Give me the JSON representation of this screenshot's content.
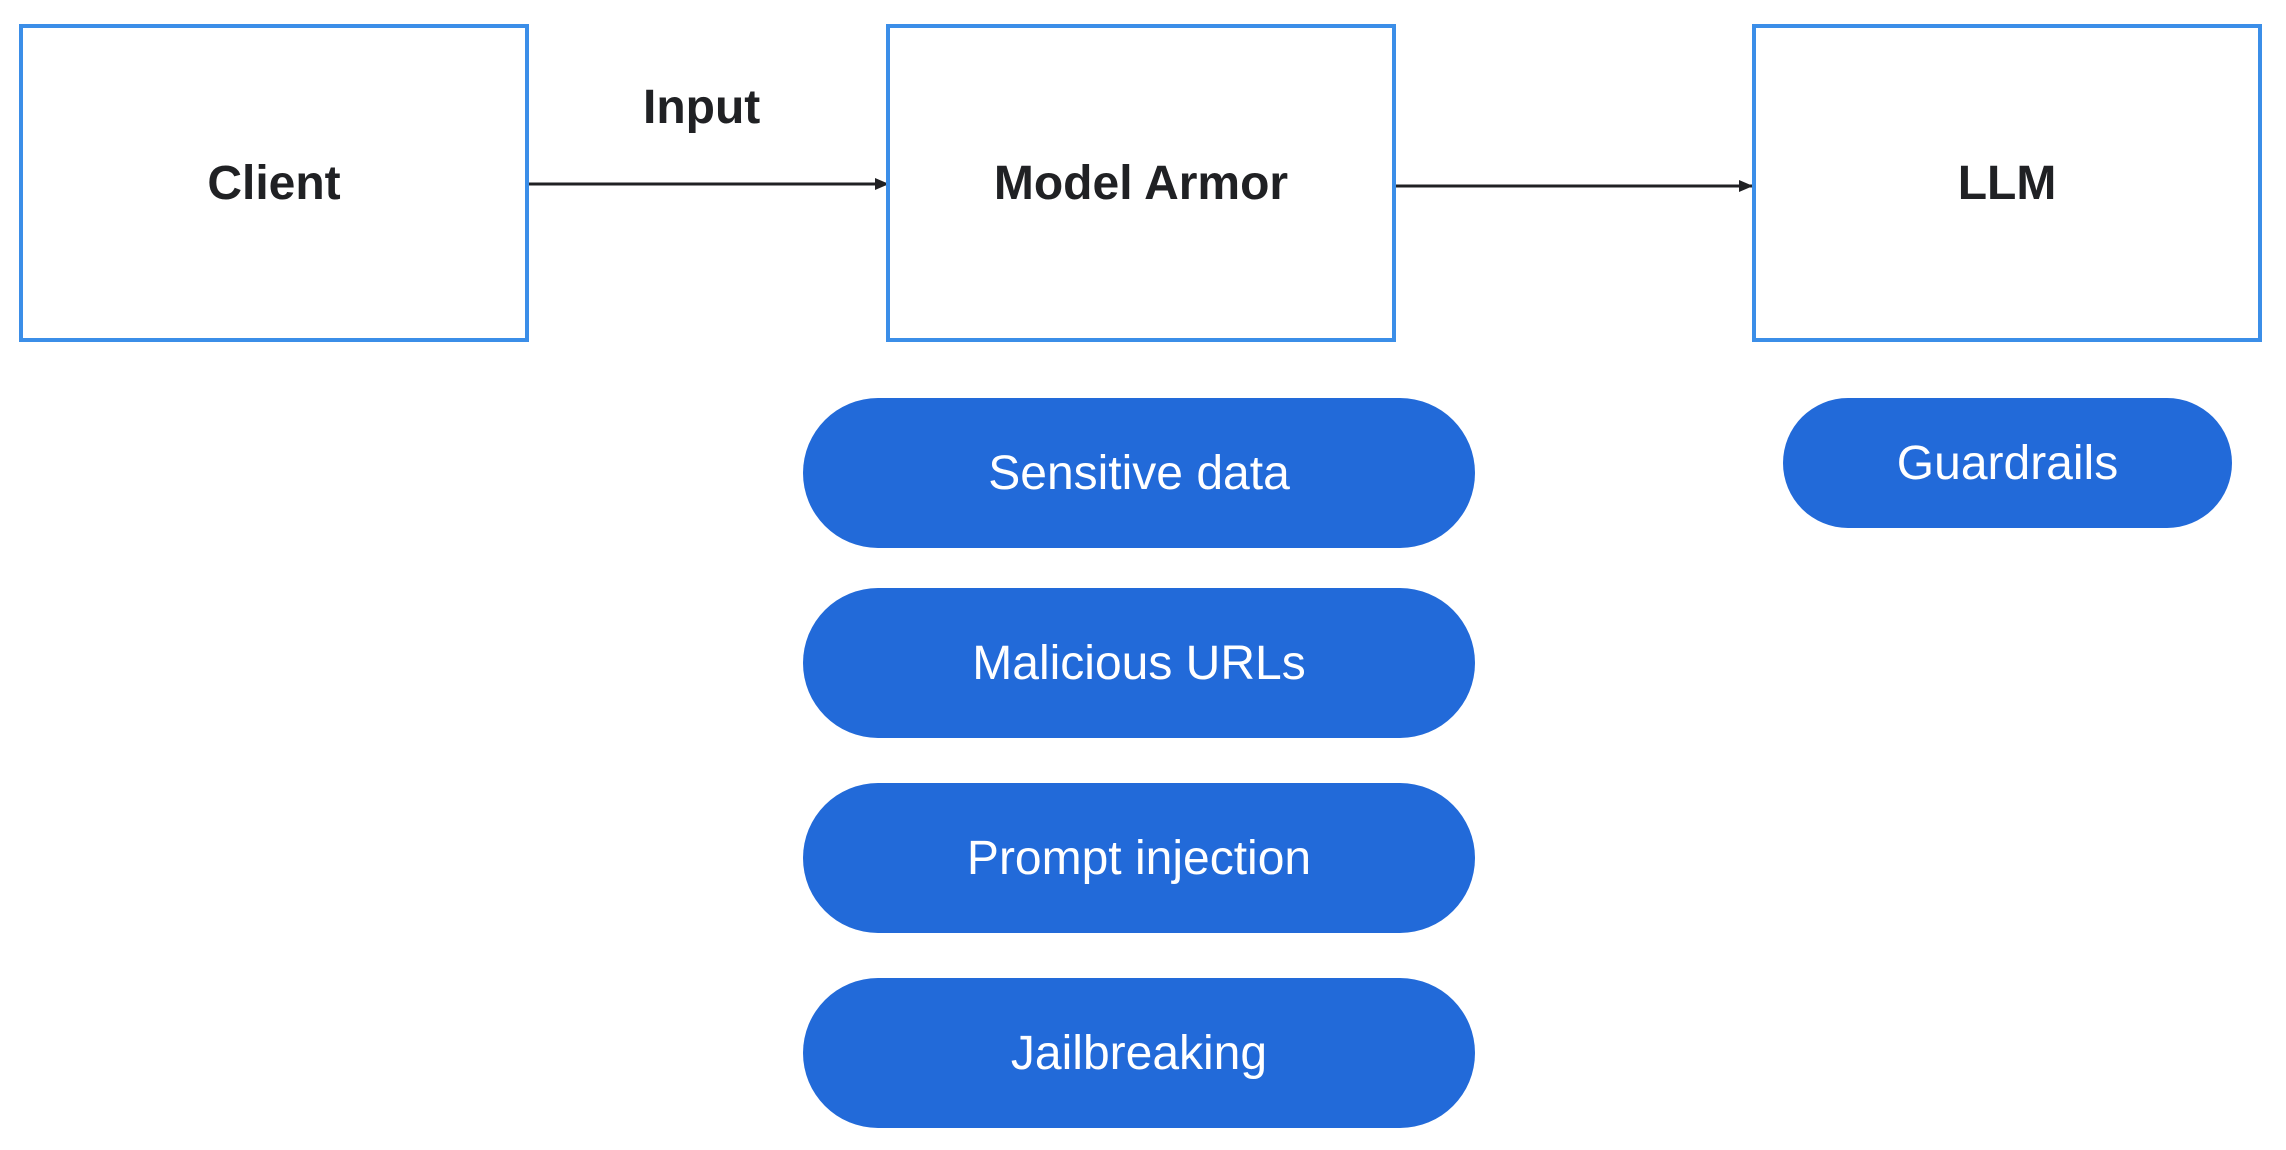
{
  "nodes": {
    "client": {
      "label": "Client"
    },
    "model_armor": {
      "label": "Model Armor"
    },
    "llm": {
      "label": "LLM"
    }
  },
  "edges": {
    "client_to_model_armor": {
      "label": "Input"
    },
    "model_armor_to_llm": {
      "label": ""
    }
  },
  "model_armor_checks": [
    {
      "label": "Sensitive data"
    },
    {
      "label": "Malicious URLs"
    },
    {
      "label": "Prompt injection"
    },
    {
      "label": "Jailbreaking"
    }
  ],
  "llm_features": [
    {
      "label": "Guardrails"
    }
  ],
  "colors": {
    "box_border": "#3b8ee8",
    "pill_fill": "#226ad9",
    "text_dark": "#202124",
    "text_light": "#ffffff",
    "arrow": "#202124"
  }
}
